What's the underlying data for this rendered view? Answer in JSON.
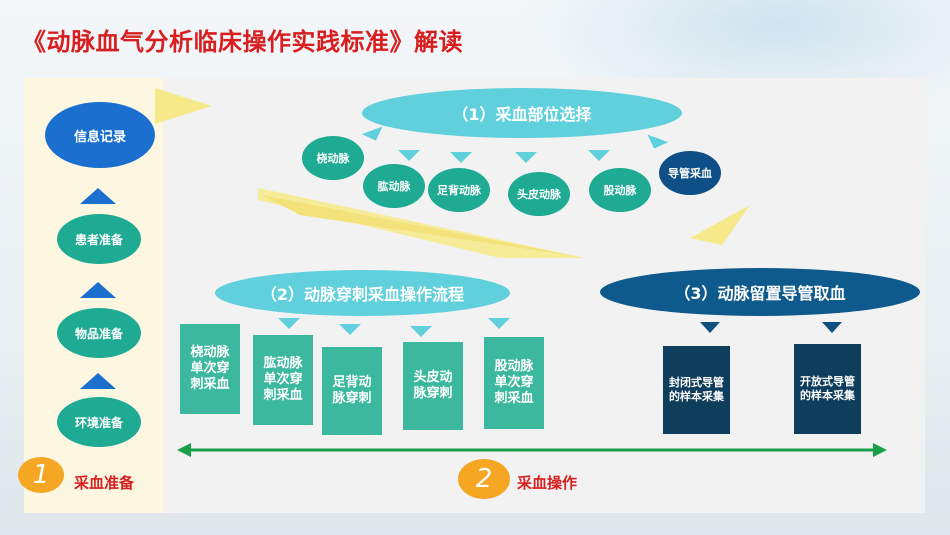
{
  "title": "《动脉血气分析临床操作实践标准》解读",
  "prep": {
    "items": [
      "信息记录",
      "患者准备",
      "物品准备",
      "环境准备"
    ],
    "phase_number": "1",
    "phase_label": "采血准备"
  },
  "operation": {
    "phase_number": "2",
    "phase_label": "采血操作"
  },
  "site_selection": {
    "header": "（1）采血部位选择",
    "sites": [
      "桡动脉",
      "肱动脉",
      "足背动脉",
      "头皮动脉",
      "股动脉",
      "导管采血"
    ]
  },
  "puncture": {
    "header": "（2）动脉穿刺采血操作流程",
    "steps": [
      "桡动脉单次穿刺采血",
      "肱动脉单次穿刺采血",
      "足背动脉穿刺",
      "头皮动脉穿刺",
      "股动脉单次穿刺采血"
    ]
  },
  "catheter": {
    "header": "（3）动脉留置导管取血",
    "methods": [
      "封闭式导管的样本采集",
      "开放式导管的样本采集"
    ]
  },
  "colors": {
    "title_red": "#d81e1e",
    "blue": "#1a6fcf",
    "teal": "#1faa94",
    "cyan": "#5fd0dc",
    "navy": "#0e5a8c",
    "orange": "#f5a623",
    "green_arrow": "#1aa04a",
    "yellow_callout": "#f5e98a"
  }
}
